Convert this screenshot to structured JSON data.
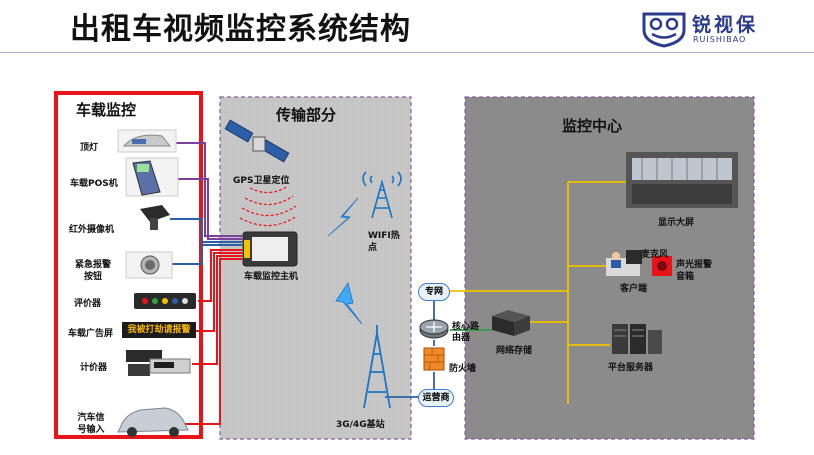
{
  "page": {
    "title": "出租车视频监控系统结构"
  },
  "brand": {
    "name": "锐视保",
    "name_en": "RUISHIBAO"
  },
  "vehicle": {
    "title": "车载监控",
    "items": [
      "顶灯",
      "车载POS机",
      "红外摄像机",
      "紧急报警\n按钮",
      "评价器",
      "车载广告屏",
      "计价器",
      "汽车信\n号输入"
    ],
    "ad_screen_text": "我被打劫请报警",
    "host_label": "车载监控主机"
  },
  "transmission": {
    "title": "传输部分",
    "gps_label": "GPS卫星定位",
    "wifi_label": "WIFI热\n点",
    "tower_label": "3G/4G基站"
  },
  "network": {
    "private_net": "专网",
    "core_router": "核心路\n由器",
    "firewall": "防火墙",
    "carrier": "运营商"
  },
  "center": {
    "title": "监控中心",
    "display_label": "显示大屏",
    "mic_label": "麦克风",
    "client_label": "客户端",
    "alarm_label": "声光报警\n音箱",
    "storage_label": "网络存储",
    "server_label": "平台服务器"
  },
  "colors": {
    "highlight_red": "#e8141a",
    "panel_gray": "#c7c7c7",
    "center_gray": "#8b8b8b",
    "line_blue": "#2d5fa8",
    "line_green": "#2fa13e",
    "line_yellow": "#f2c200",
    "line_red": "#e8141a",
    "line_purple": "#7b3f9e"
  }
}
